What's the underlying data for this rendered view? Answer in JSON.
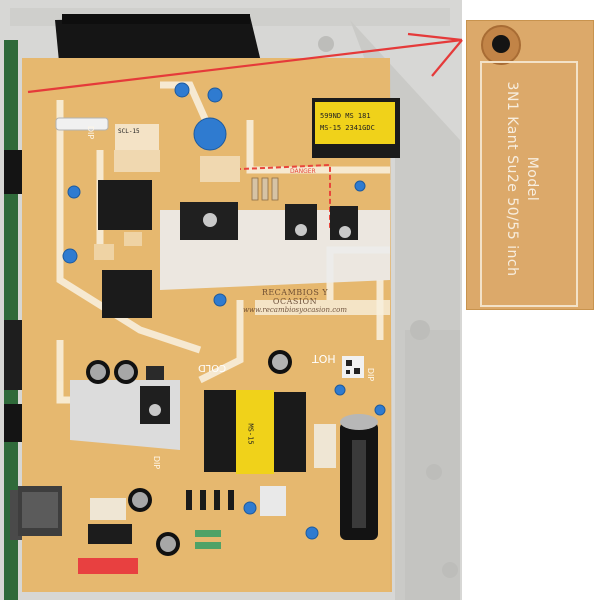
{
  "photo": {
    "colors": {
      "pcb": "#e6b86f",
      "pcb_dark": "#d19c52",
      "silk": "#f8efdc",
      "metal_frame": "#d8d8d6",
      "black_plastic": "#1a1a1a",
      "transformer_yellow": "#f0d21a",
      "heatsink": "#e0e0e0",
      "annotation_arrow": "#e53a3a"
    },
    "zoom_inset": {
      "label_line1": "Model",
      "label_line2": "3N1 Kant Su2e 50/55 inch"
    },
    "board_markings": {
      "watermark_line1": "RECAMBIOS Y OCASIÓN",
      "watermark_line2": "www.recambiosyocasion.com",
      "transformer_line1": "599ND MS 181",
      "transformer_line2": "MS-15 2341GDC",
      "lower_transformer": "MS-15",
      "hot_label": "HOT",
      "cold_label": "COLD",
      "danger_label": "DANGER",
      "dip_label": "DIP",
      "cap_label": "SCL-15"
    }
  }
}
